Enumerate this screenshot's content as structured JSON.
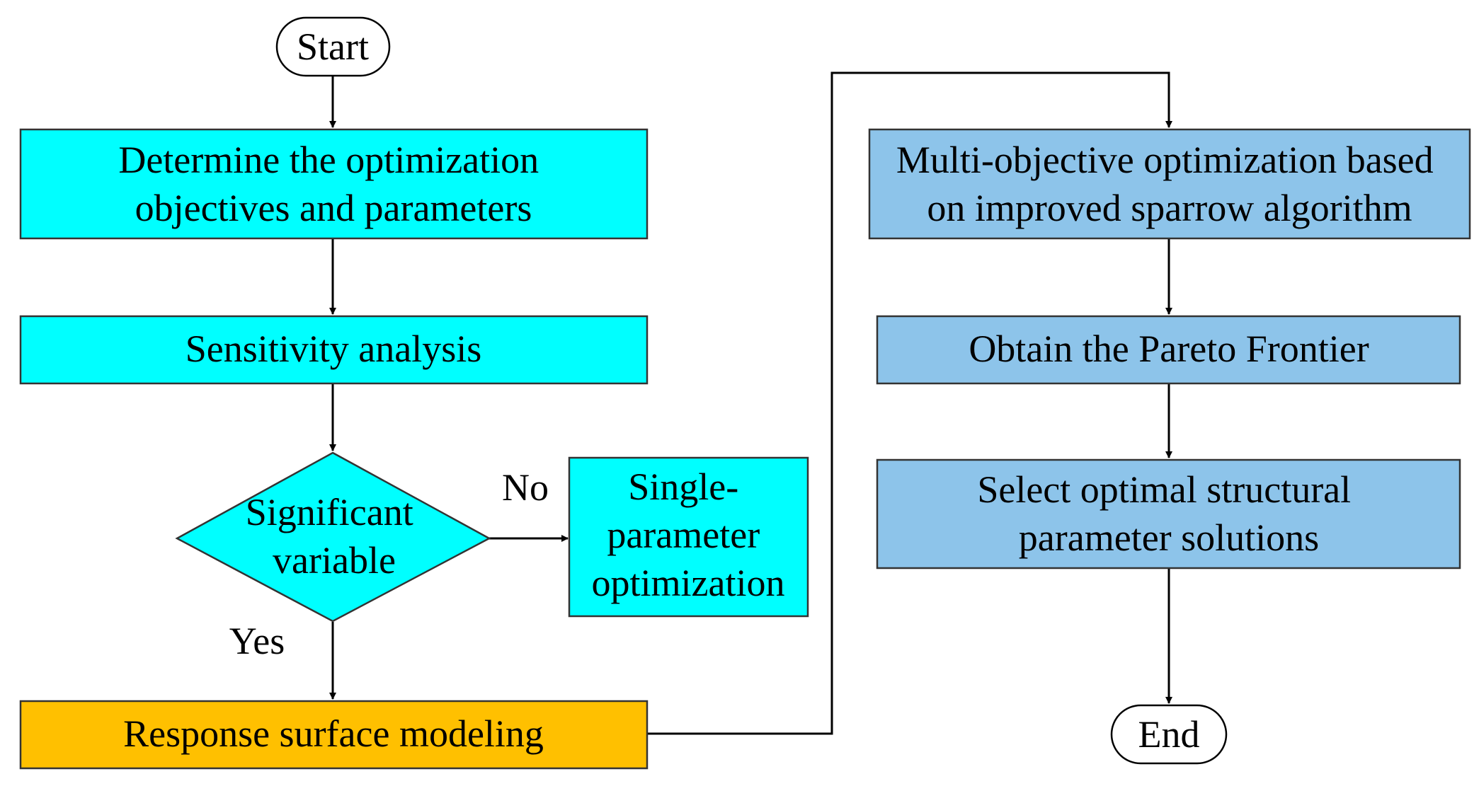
{
  "colors": {
    "cyan": "#00FFFF",
    "orange": "#FFC000",
    "blue": "#8DC4EA",
    "line": "#000000"
  },
  "nodes": {
    "start": {
      "lines": [
        "Start"
      ]
    },
    "determine": {
      "lines": [
        "Determine the optimization",
        "objectives and parameters"
      ]
    },
    "sensitivity": {
      "lines": [
        "Sensitivity analysis"
      ]
    },
    "decision": {
      "lines": [
        "Significant",
        "variable"
      ]
    },
    "single": {
      "lines": [
        "Single-",
        "parameter",
        "optimization"
      ]
    },
    "response": {
      "lines": [
        "Response surface modeling"
      ]
    },
    "multi": {
      "lines": [
        "Multi-objective optimization based",
        "on improved sparrow algorithm"
      ]
    },
    "pareto": {
      "lines": [
        "Obtain the Pareto Frontier"
      ]
    },
    "select": {
      "lines": [
        "Select optimal structural",
        "parameter solutions"
      ]
    },
    "end": {
      "lines": [
        "End"
      ]
    }
  },
  "labels": {
    "no": "No",
    "yes": "Yes"
  }
}
